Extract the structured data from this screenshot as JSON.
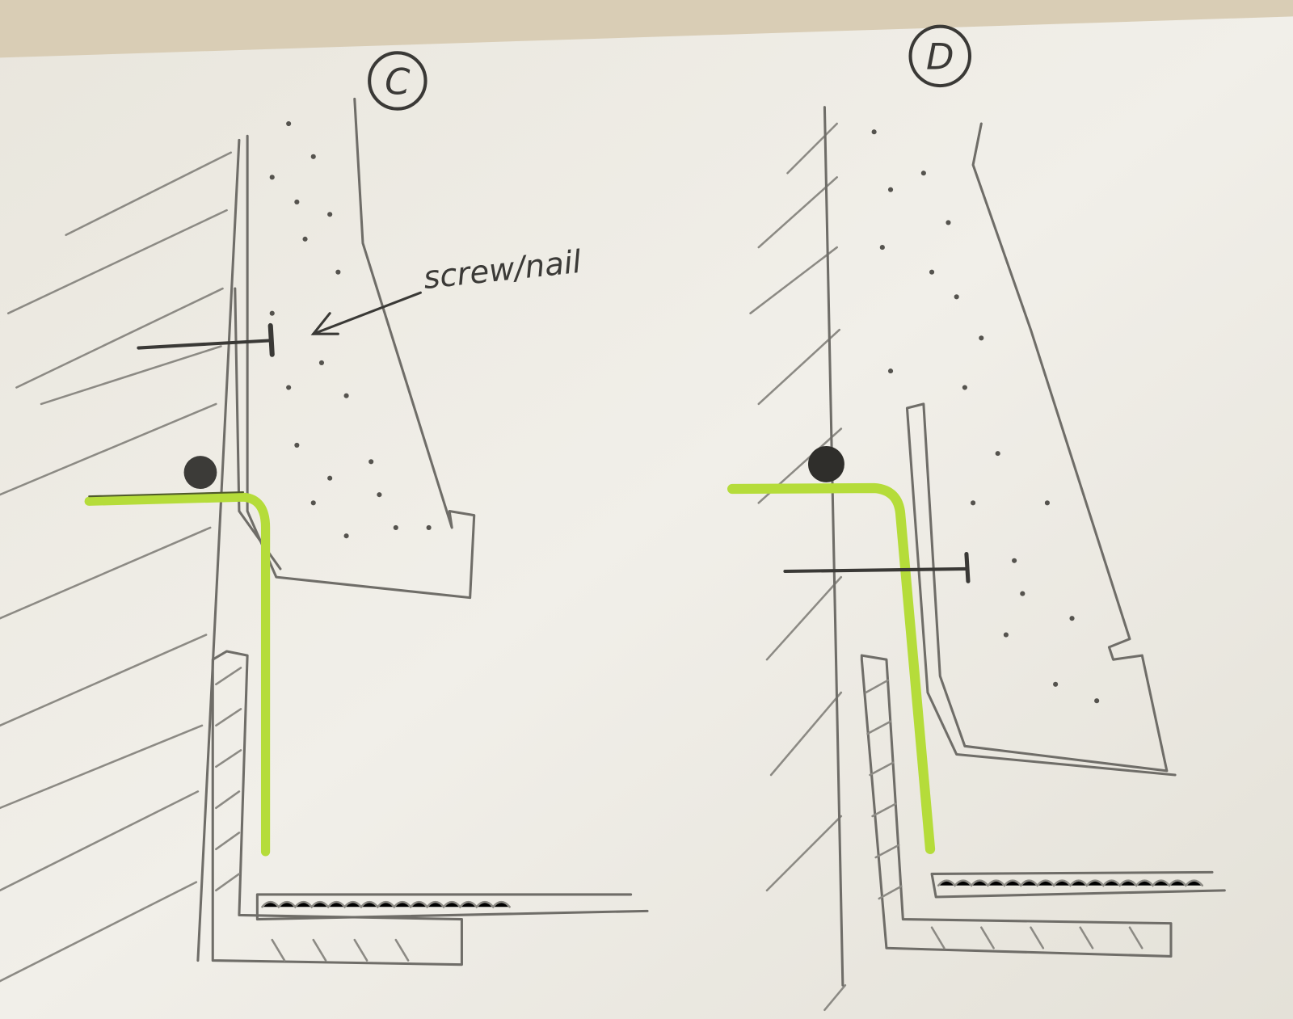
{
  "diagrams": [
    {
      "label": "C",
      "annotation": "screw/nail"
    },
    {
      "label": "D"
    }
  ],
  "colors": {
    "paper": "#efede6",
    "pencil": "#6f6d68",
    "highlighter_green": "#b5dc3a"
  }
}
